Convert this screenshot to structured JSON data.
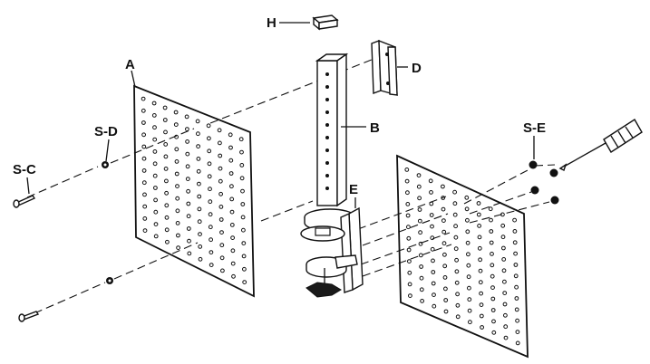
{
  "labels": {
    "H": "H",
    "A": "A",
    "D": "D",
    "B": "B",
    "S_D": "S-D",
    "S_C": "S-C",
    "E": "E",
    "S_E": "S-E"
  },
  "icons": {
    "screwdriver": "screwdriver-icon"
  },
  "colors": {
    "ink": "#111111",
    "background": "#ffffff"
  }
}
